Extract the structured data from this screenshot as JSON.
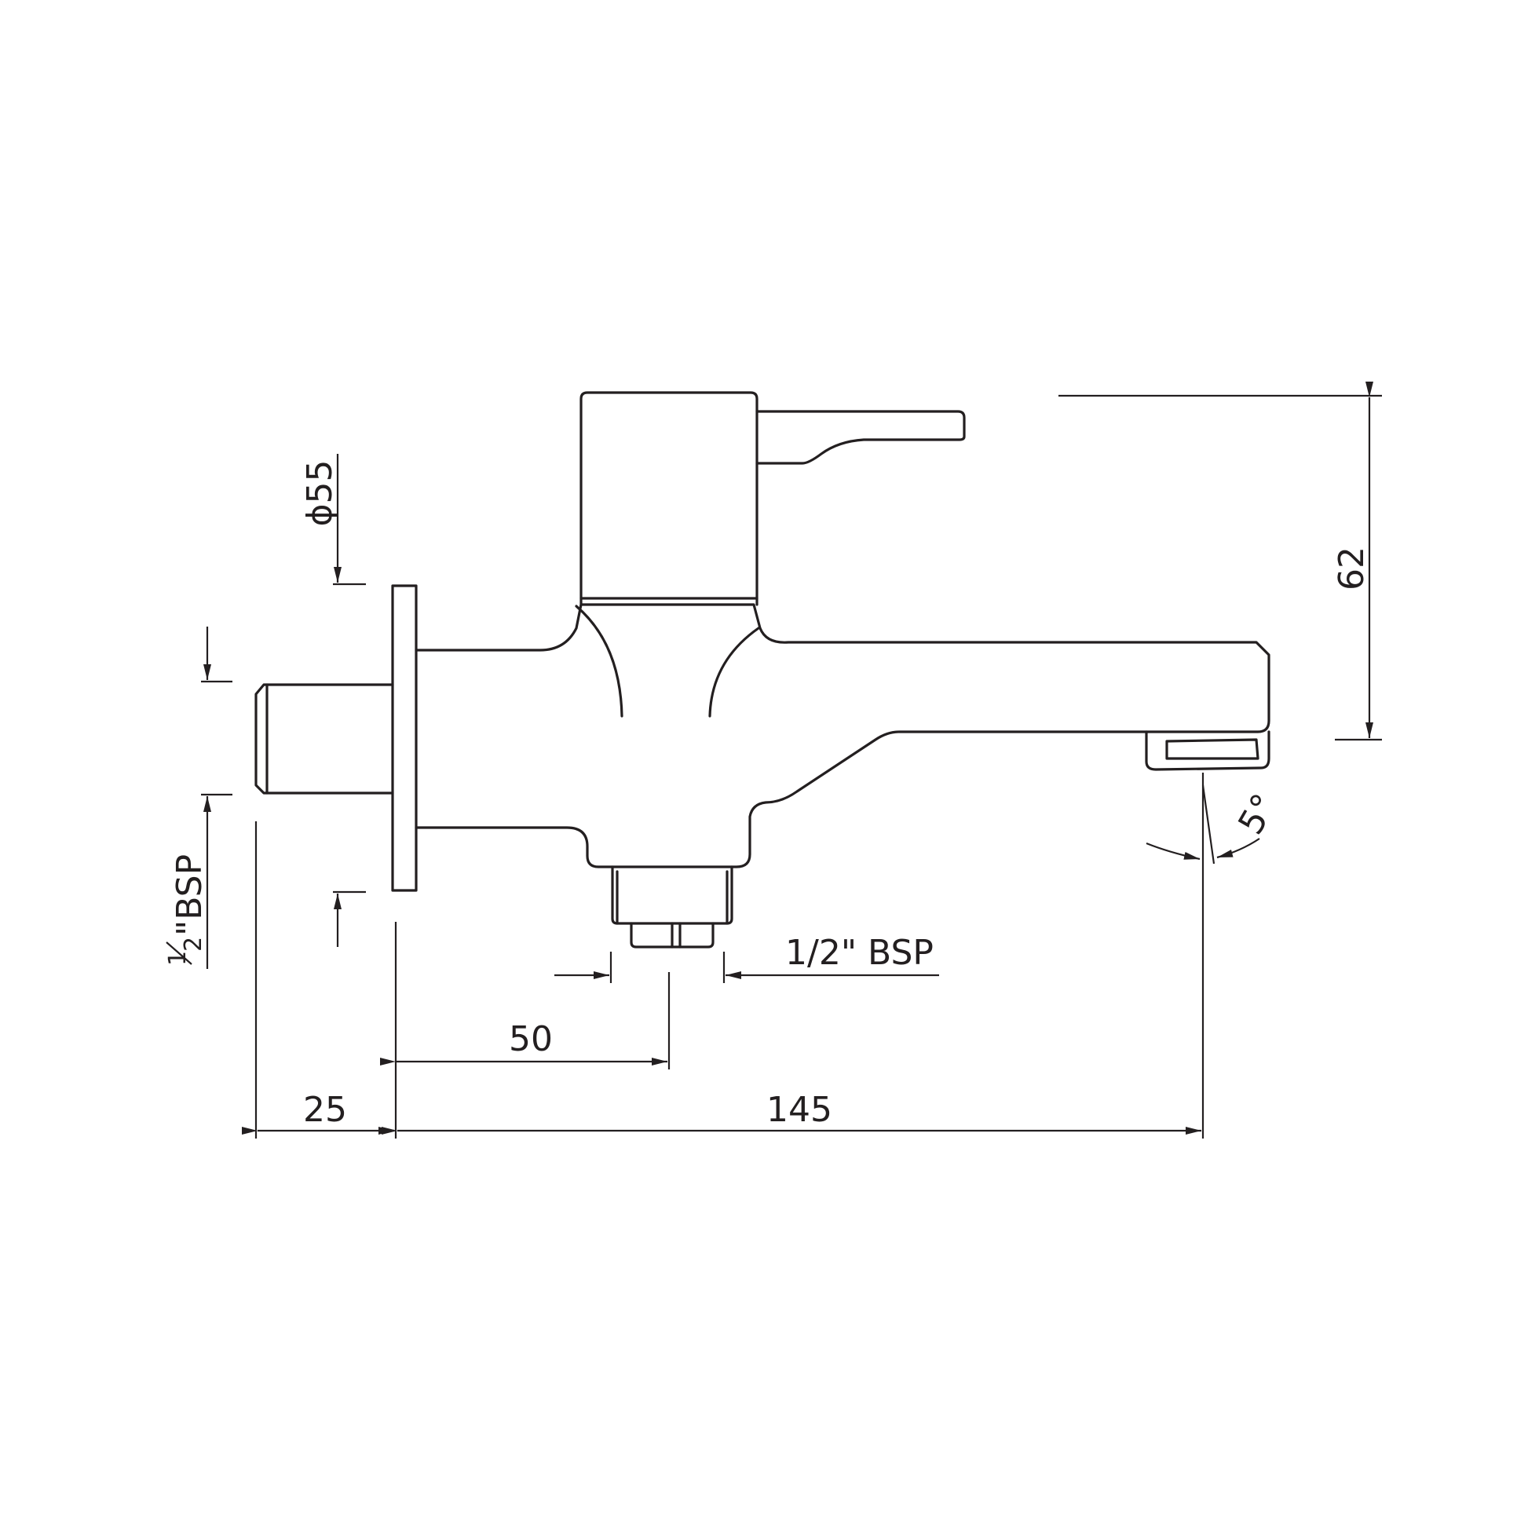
{
  "drawing": {
    "dimensions": {
      "overall_length": "145",
      "inlet_depth": "25",
      "outlet_offset": "50",
      "height": "62",
      "flange_diameter": "ϕ55",
      "outlet_thread": "1/2\" BSP",
      "inlet_thread_whole": "\"BSP",
      "inlet_thread_num": "1",
      "inlet_thread_den": "2",
      "spout_angle": "5°"
    },
    "colors": {
      "line": "#231f20",
      "background": "#ffffff"
    }
  }
}
